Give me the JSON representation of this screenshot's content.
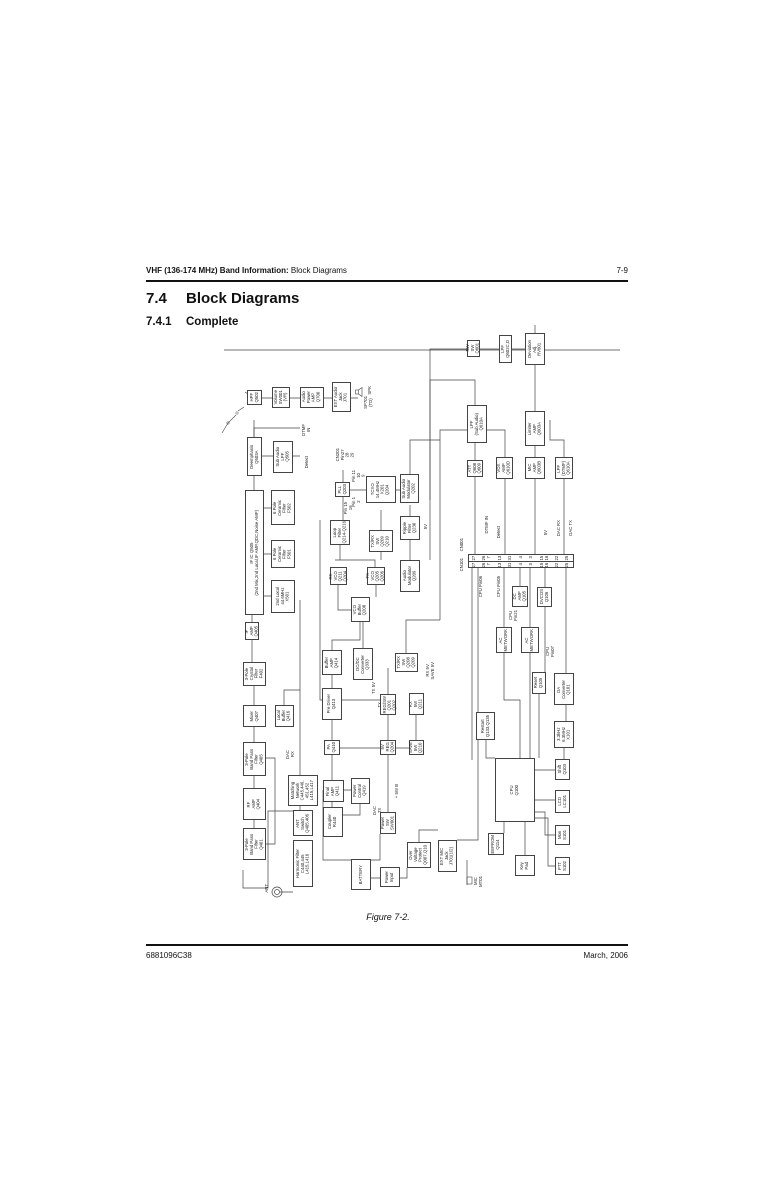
{
  "header": {
    "title_bold": "VHF (136-174 MHz) Band Information:",
    "title_rest": " Block Diagrams",
    "page_number": "7-9"
  },
  "section": {
    "number": "7.4",
    "title": "Block Diagrams"
  },
  "subsection": {
    "number": "7.4.1",
    "title": "Complete"
  },
  "figure_caption": "Figure 7-2.",
  "footer": {
    "doc_number": "6881096C38",
    "date": "March, 2006"
  },
  "diagram": {
    "blocks": [
      "3-Pole\nBand Pass\nFilter\nQ401",
      "RF\nAMP\nQ404",
      "3-Pole\nBand Pass\nFilter\nQ405",
      "Mixer\nQ407",
      "3-Pole\nCrystal\nFilter\nF402",
      "IF\nAMP\nQ405",
      "IF IC Q505\n(2nd Mix,2nd Local,IF AMP,QDC,Noise AMP)",
      "Local\nBuffer\nQ416",
      "Matching\nNetwork\nC445,446,\n451,452\nL415,L417",
      "ANT\nSwitch\nQ405,406",
      "Harmonic Filter\nC440,445\nL415,L416",
      "Final\nAMP\nQ411",
      "Coupler\nR440",
      "Power\nControl\nQ419",
      "PA\nQ410",
      "Pre Driver\nQ413",
      "Buffer\nAMP\nQ414",
      "DC/DC\nConverter\nQ333",
      "TX\nREG/SW\nQ201\nQ202",
      "RX\n5W\nQ211",
      "5V\nREG\nQ204",
      "SAVE\n5W\nQ210",
      "Power\nSW\nSW001",
      "BATTERY",
      "Power\nInput",
      "Over\nVoltage\nProtect\nQ007,Q10",
      "EXT MIC\nJack\nJ701(1/2)",
      "HPF\nQ502",
      "Volume\nSW001\n(VR)",
      "Audio\nPower\nAMP\nQ700",
      "EXT Audio\nJack\nJ701",
      "Deemphasis\nQ503A",
      "Sub Audio\nLPF\nQ505",
      "6 Pole\nCeramic\nFilter\nF502",
      "6 Pole\nCeramic\nFilter\nF501",
      "2nd Local\n44.6MHz\nX501",
      "PLL\nQ203",
      "TCXO\n14.4MHz\nX201\nQ204",
      "Sub Audio\nModulator\nQ202",
      "Loop\nFilter\nQ214-Q216",
      "TX/RX\nSW\nQ209\nQ210",
      "Ripple\nFilter\nQ230",
      "RX\nVCO\nQ211\nQ204",
      "TX\nVCO\nQ205\nQ206",
      "Audio\nModulator\nQ209",
      "VCO\nBuffer\nQ208",
      "TX/RX\nSW\nQ208\nQ209",
      "NW\nSW\nQ601",
      "LPF\nQ602C,D",
      "Deviation\nAdj.\nRV601",
      "LPF\n(Sub Audio)\nQ610A",
      "Limiter\nAMP\nQ603A",
      "ATT\nQ608\nQ609",
      "VOX\nAMP\nQ610D",
      "MIC\nAMP\nQ603B",
      "LPF\n(DTMF)\nQ610A",
      "DC\nAMP\nQ105",
      "DVCOS\nQ106",
      "AC\nMETWORK",
      "AC\nMETWORK",
      "Reset\nQ105",
      "DA\nConverter\nQ101",
      "Restart\nQ133,Q135",
      "CPU\nQ100",
      "3.3kHz\n6.3MHz\nX101",
      "Shift\nQ103",
      "LCD\nLC101",
      "Mon\nS101",
      "PTT\nS102",
      "EEPROM\nQ114",
      "Key\nPad"
    ],
    "labels": [
      "ANT",
      "DAC\nRX",
      "DAC\nTX",
      "+ 5W B",
      "TX 5V",
      "RX 5V\nSAVE 5V",
      "DTMF\nIN",
      "Detect",
      "SPK",
      "SP701\n(TD)",
      "CN201\nPin27\n28\n29",
      "Pin 11\n10\n9",
      "Pin 1\n2",
      "Pin 15\n16",
      "5V",
      "CPU Pin06",
      "CPU Pin05",
      "CPU\nPin21",
      "CPU\nPin07",
      "DTMF IN",
      "Detect",
      "5V",
      "DAC RX",
      "DAC TX",
      "CN101",
      "CN001",
      "MIC\nMT01"
    ],
    "connector_pins_cn101": [
      "27",
      "26\n7",
      "13",
      "31",
      "4",
      "3",
      "15\n16",
      "22",
      "25"
    ],
    "connector_pins_cn001": [
      "27",
      "26\n7",
      "13",
      "31",
      "4",
      "3",
      "15\n16",
      "22",
      "25"
    ]
  }
}
